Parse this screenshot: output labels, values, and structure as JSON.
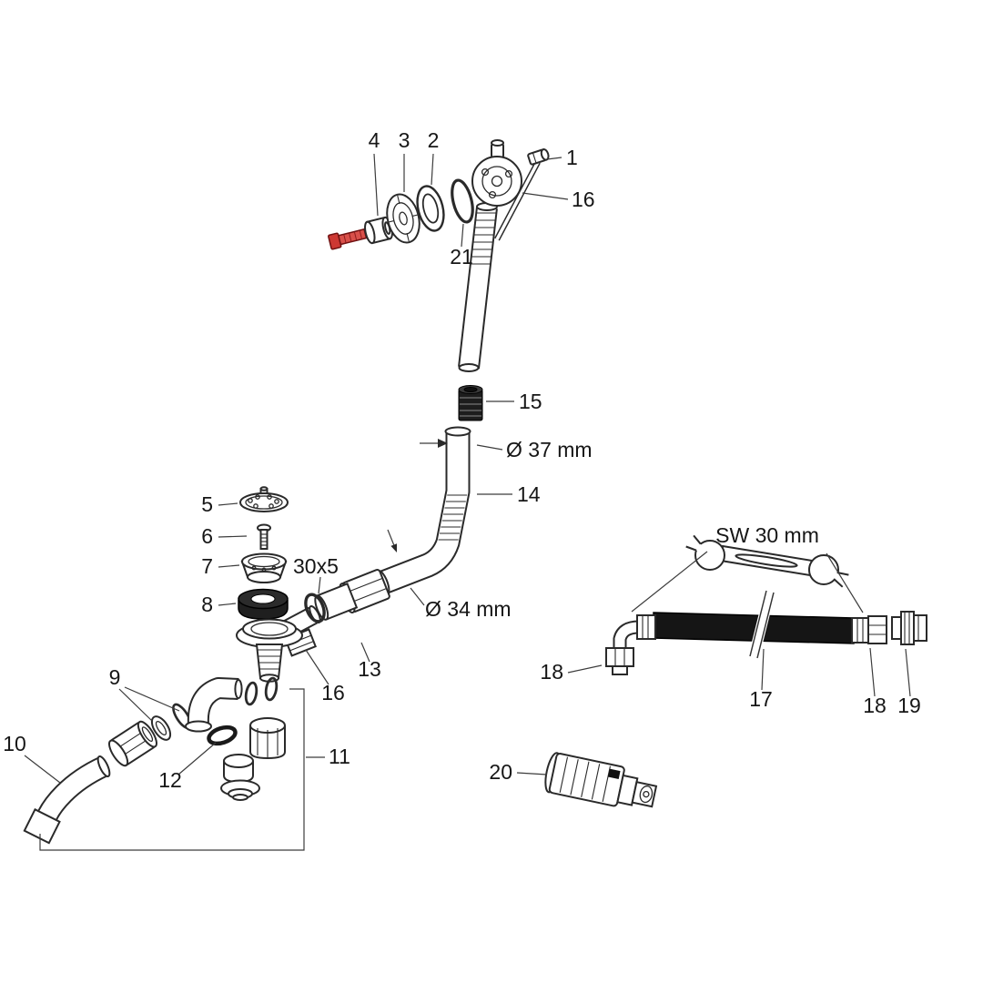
{
  "figure": {
    "kind": "exploded-parts-diagram",
    "background_color": "#ffffff",
    "line_color": "#2a2a2a",
    "highlight_color": "#cd3833",
    "callouts": {
      "n1": "1",
      "n2": "2",
      "n3": "3",
      "n4": "4",
      "n5": "5",
      "n6": "6",
      "n7": "7",
      "n8": "8",
      "n9": "9",
      "n10": "10",
      "n11": "11",
      "n12": "12",
      "n13": "13",
      "n14": "14",
      "n15": "15",
      "n16_top": "16",
      "n16_lower": "16",
      "n17": "17",
      "n18_left": "18",
      "n18_right": "18",
      "n19": "19",
      "n20": "20",
      "n21": "21"
    },
    "annotations": {
      "upper_pipe_diameter": "Ø 37 mm",
      "lower_pipe_diameter": "Ø 34 mm",
      "seal_size": "30x5",
      "wrench_size": "SW 30 mm"
    }
  }
}
